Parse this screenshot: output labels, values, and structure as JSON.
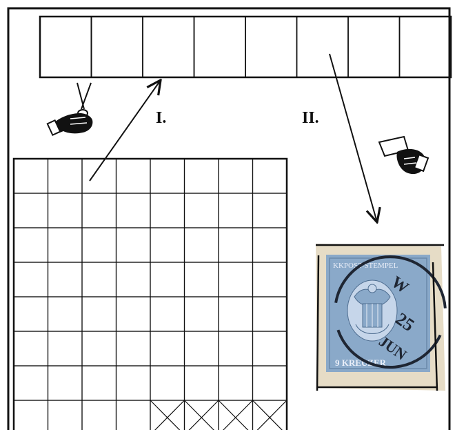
{
  "figure": {
    "labels": {
      "step_one": "I.",
      "step_two": "II."
    },
    "strip": {
      "cells": 8
    },
    "sheet": {
      "columns": 8,
      "rows": 8,
      "crossed_cells_bottom_row": [
        4,
        5,
        6,
        7
      ]
    },
    "stamp": {
      "top_text": "KKPOST-STEMPEL",
      "value_text": "9 KREUZER",
      "postmark_lines": [
        "W",
        "25",
        "JUN"
      ],
      "stamp_color": "#8aa9c9",
      "paper_color": "#e6dcc6"
    },
    "icons": [
      "scissors-hand-icon",
      "hand-holding-stamp-icon"
    ],
    "colors": {
      "lines": "#111111",
      "background": "#ffffff"
    }
  }
}
